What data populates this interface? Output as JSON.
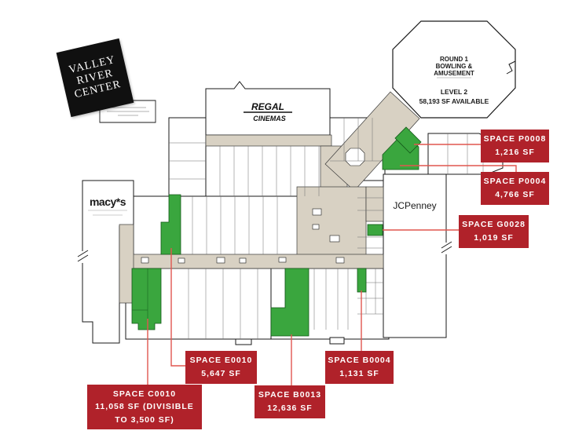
{
  "colors": {
    "available_green": "#3aa63e",
    "callout_red": "#b0222a",
    "leader_red": "#e0564f",
    "corridor_tan": "#d8d1c3"
  },
  "logo": {
    "line1": "VALLEY",
    "line2": "RIVER",
    "line3": "CENTER"
  },
  "plan": {
    "macys_label": "macy*s",
    "jcpenney_label": "JCPenney",
    "regal_top": "REGAL",
    "regal_bottom": "CINEMAS",
    "round1": {
      "l1": "ROUND 1",
      "l2": "BOWLING &",
      "l3": "AMUSEMENT",
      "level": "LEVEL 2",
      "avail": "58,193 SF AVAILABLE"
    }
  },
  "callouts": [
    {
      "id": "p0008",
      "name": "SPACE P0008",
      "size": "1,216 SF"
    },
    {
      "id": "p0004",
      "name": "SPACE P0004",
      "size": "4,766 SF"
    },
    {
      "id": "g0028",
      "name": "SPACE G0028",
      "size": "1,019 SF"
    },
    {
      "id": "e0010",
      "name": "SPACE E0010",
      "size": "5,647 SF"
    },
    {
      "id": "b0004",
      "name": "SPACE B0004",
      "size": "1,131 SF"
    },
    {
      "id": "b0013",
      "name": "SPACE B0013",
      "size": "12,636 SF"
    },
    {
      "id": "c0010",
      "name": "SPACE C0010",
      "size": "11,058 SF (DIVISIBLE TO 3,500 SF)"
    }
  ]
}
